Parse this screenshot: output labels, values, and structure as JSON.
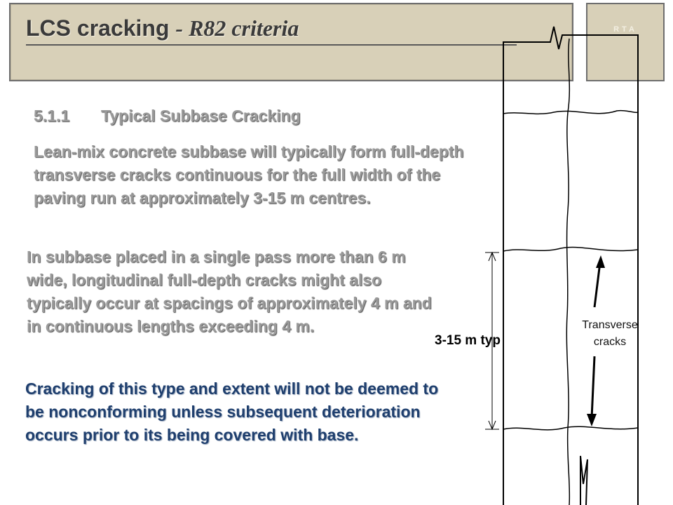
{
  "header": {
    "title_main": "LCS cracking",
    "title_sub": "- R82 criteria",
    "logo_text": "RTA"
  },
  "content": {
    "heading_number": "5.1.1",
    "heading_text": "Typical Subbase Cracking",
    "paragraph_1": "Lean-mix concrete subbase will typically form full-depth transverse cracks continuous for the full width of the paving run at approximately 3-15 m centres.",
    "paragraph_2": "In subbase placed in a single pass more than 6 m wide, longitudinal full-depth cracks might also typically occur at spacings of approximately 4 m and in continuous lengths exceeding 4 m.",
    "paragraph_3": "Cracking of this type and extent will not be deemed to be nonconforming unless subsequent deterioration occurs prior to its being covered with base."
  },
  "diagram": {
    "dimension_label": "3-15 m  typ",
    "annotation_label": "Transverse cracks"
  },
  "colors": {
    "header_bg": "#d8d0b8",
    "body_text": "#9a9a9a",
    "emphasis_text": "#1f3f6e"
  }
}
